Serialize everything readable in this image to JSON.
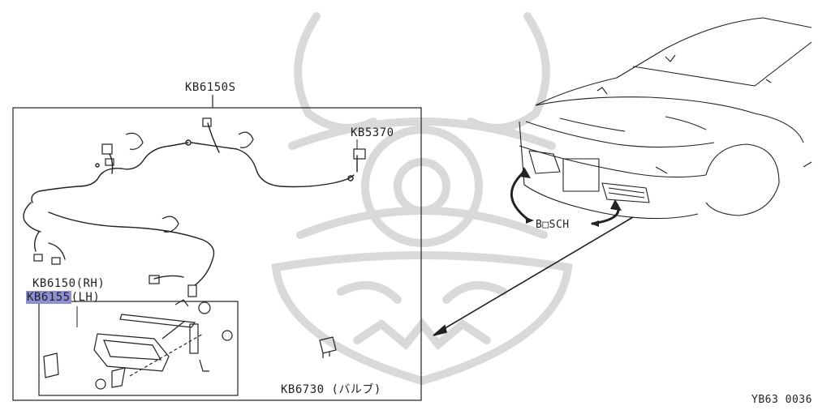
{
  "labels": {
    "harness_kit": "KB6150S",
    "connector": "KB5370",
    "lamp_rh": "KB6150(RH)",
    "lamp_lh_code": "KB6155",
    "lamp_lh_side": "(LH)",
    "bulb": "KB6730 (バルブ)",
    "brand": "B□SCH",
    "diagram_id": "YB63 0036"
  },
  "colors": {
    "line": "#222222",
    "watermark": "#d9d9d9",
    "highlight": "#8f8fd6"
  }
}
